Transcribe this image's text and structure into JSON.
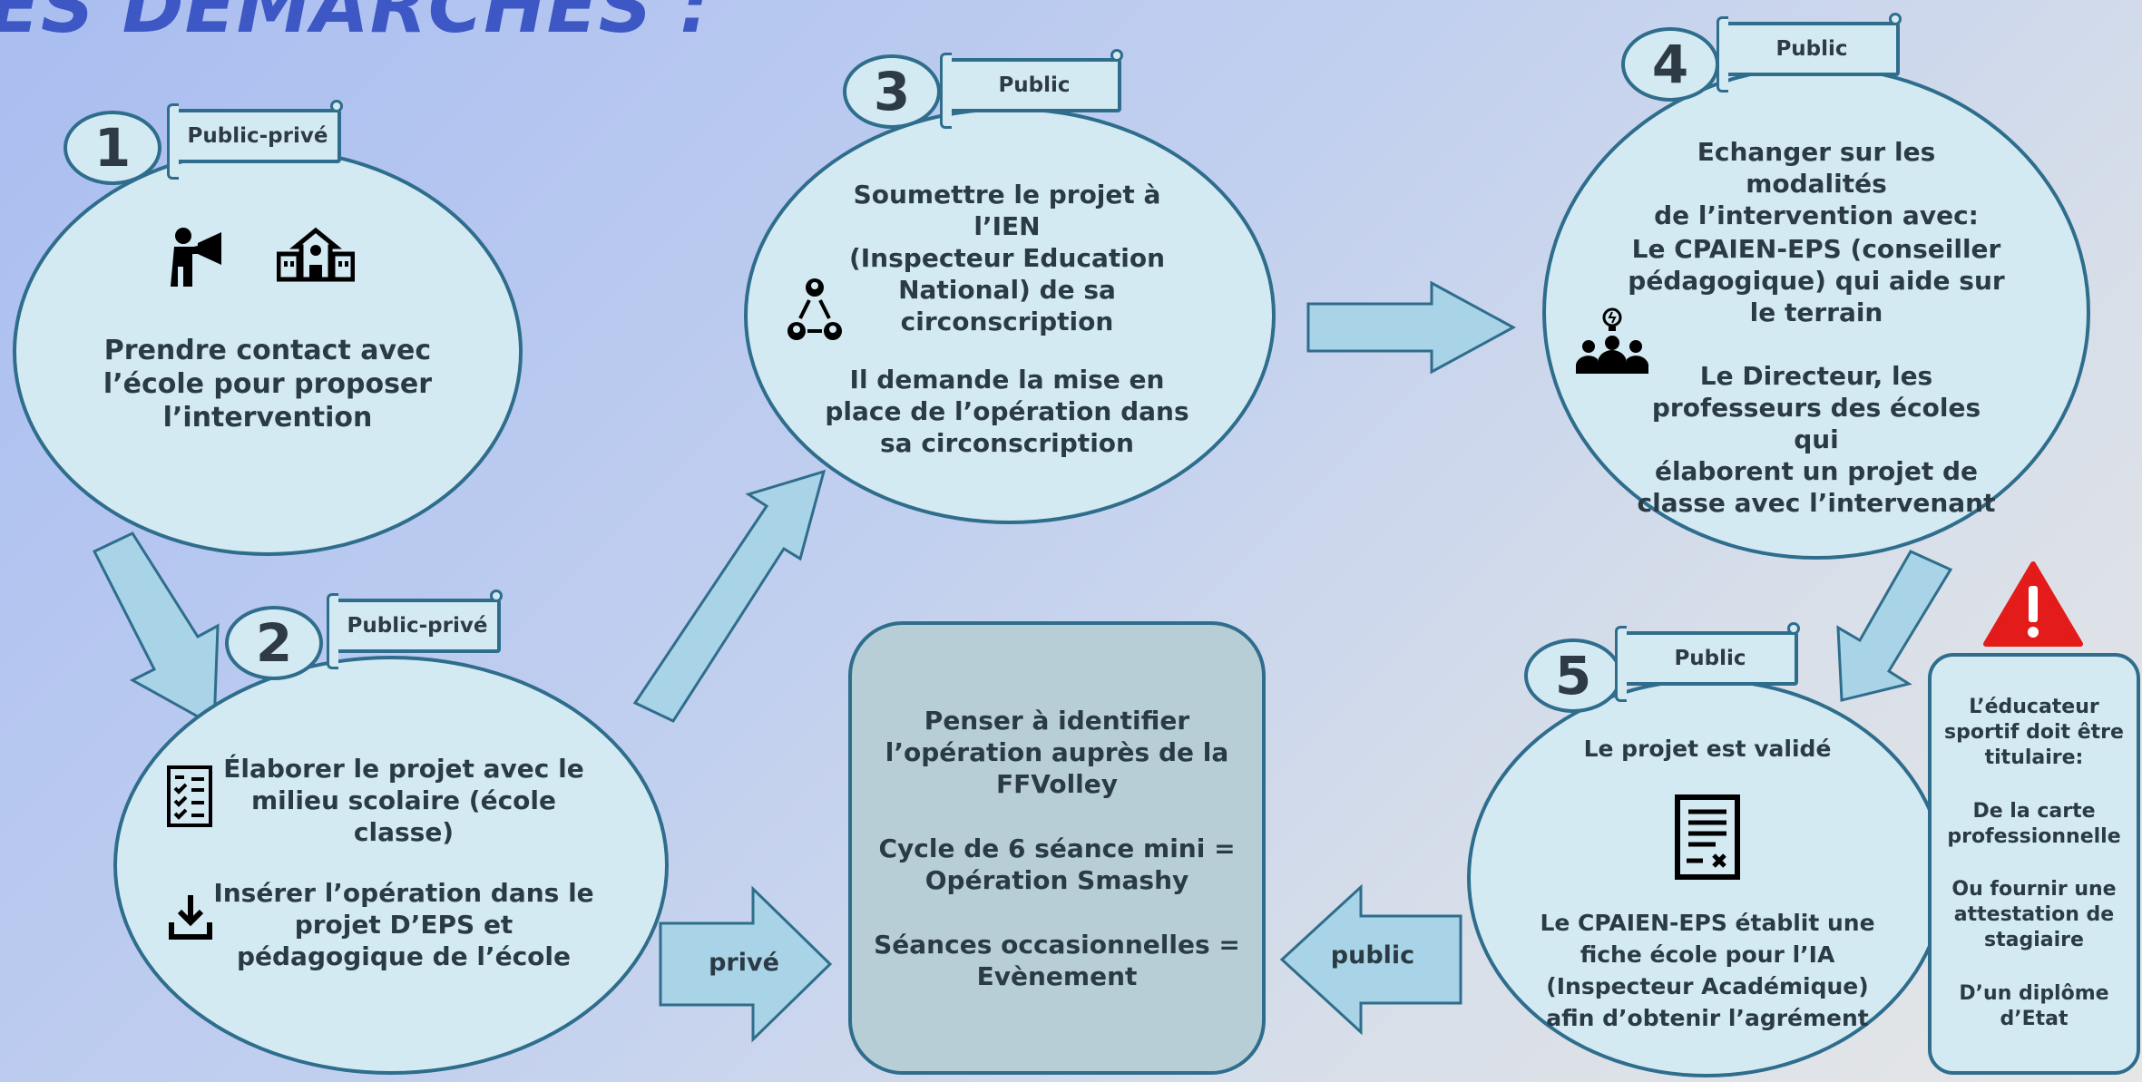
{
  "title": "ES DEMARCHES :",
  "steps": [
    {
      "number": "1",
      "tag": "Public-privé",
      "text": "Prendre contact avec\nl’école pour proposer\nl’intervention"
    },
    {
      "number": "2",
      "tag": "Public-privé",
      "text_a": "Élaborer le projet avec le\nmilieu scolaire (école\nclasse)",
      "text_b": "Insérer l’opération dans le\nprojet D’EPS et\npédagogique de l’école"
    },
    {
      "number": "3",
      "tag": "Public",
      "text_a": "Soumettre le projet à l’IEN\n(Inspecteur Education\nNational) de sa\ncirconscription",
      "text_b": "Il demande la mise en\nplace de l’opération dans\nsa circonscription"
    },
    {
      "number": "4",
      "tag": "Public",
      "text_a": "Echanger sur les modalités\nde l’intervention avec:",
      "text_b": "Le CPAIEN-EPS (conseiller\npédagogique) qui aide sur\nle terrain",
      "text_c": "Le Directeur, les\nprofesseurs des écoles qui\nélaborent un projet de\nclasse avec l’intervenant"
    },
    {
      "number": "5",
      "tag": "Public",
      "text_a": "Le projet est validé",
      "text_b": "Le CPAIEN-EPS établit une\nfiche école pour l’IA\n(Inspecteur Académique)\nafin d’obtenir l’agrément"
    }
  ],
  "center_box": {
    "line1": "Penser à identifier\nl’opération auprès de la\nFFVolley",
    "line2": "Cycle de 6 séance mini =\nOpération Smashy",
    "line3": "Séances occasionnelles =\nEvènement"
  },
  "arrow_labels": {
    "left": "privé",
    "right": "public"
  },
  "warning": {
    "intro": "L’éducateur\nsportif doit être\ntitulaire:",
    "opt1": "De la carte\nprofessionnelle",
    "opt2": "Ou fournir une\nattestation de\nstagiaire",
    "opt3": "D’un diplôme\nd’Etat"
  },
  "icons": [
    "megaphone-person-icon",
    "school-icon",
    "checklist-icon",
    "download-icon",
    "network-icon",
    "team-idea-icon",
    "certificate-icon",
    "warning-icon"
  ],
  "colors": {
    "fill": "#d4eaf3",
    "stroke": "#2f6d8c",
    "arrow": "#a9d3e6",
    "box": "#b7ced6",
    "title": "#3d58c4",
    "warning": "#e31b1b"
  }
}
